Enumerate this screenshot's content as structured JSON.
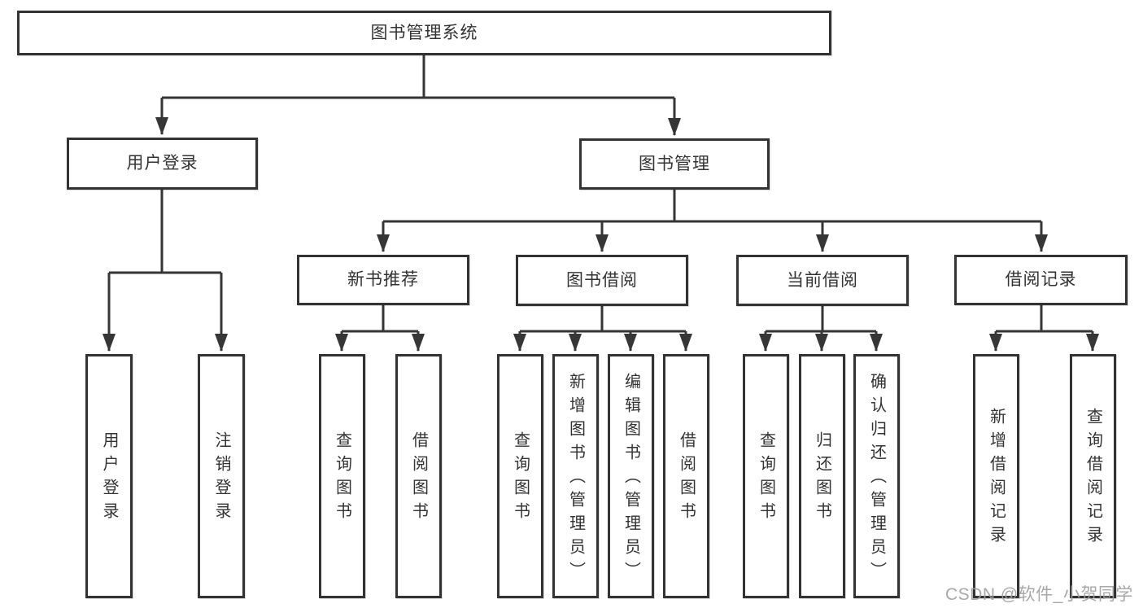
{
  "tree": {
    "root": {
      "label": "图书管理系统"
    },
    "branches": [
      {
        "label": "用户登录",
        "children": [
          "用户登录",
          "注销登录"
        ]
      },
      {
        "label": "图书管理",
        "sections": [
          {
            "label": "新书推荐",
            "children": [
              "查询图书",
              "借阅图书"
            ]
          },
          {
            "label": "图书借阅",
            "children": [
              "查询图书",
              "新增图书（管理员）",
              "编辑图书（管理员）",
              "借阅图书"
            ]
          },
          {
            "label": "当前借阅",
            "children": [
              "查询图书",
              "归还图书",
              "确认归还（管理员）"
            ]
          },
          {
            "label": "借阅记录",
            "children": [
              "新增借阅记录",
              "查询借阅记录"
            ]
          }
        ]
      }
    ]
  },
  "watermark": "CSDN @软件_小贺同学",
  "colors": {
    "line": "#363636",
    "border": "#333333",
    "text": "#333333",
    "background": "#ffffff",
    "watermark": "#9e9e9e"
  }
}
